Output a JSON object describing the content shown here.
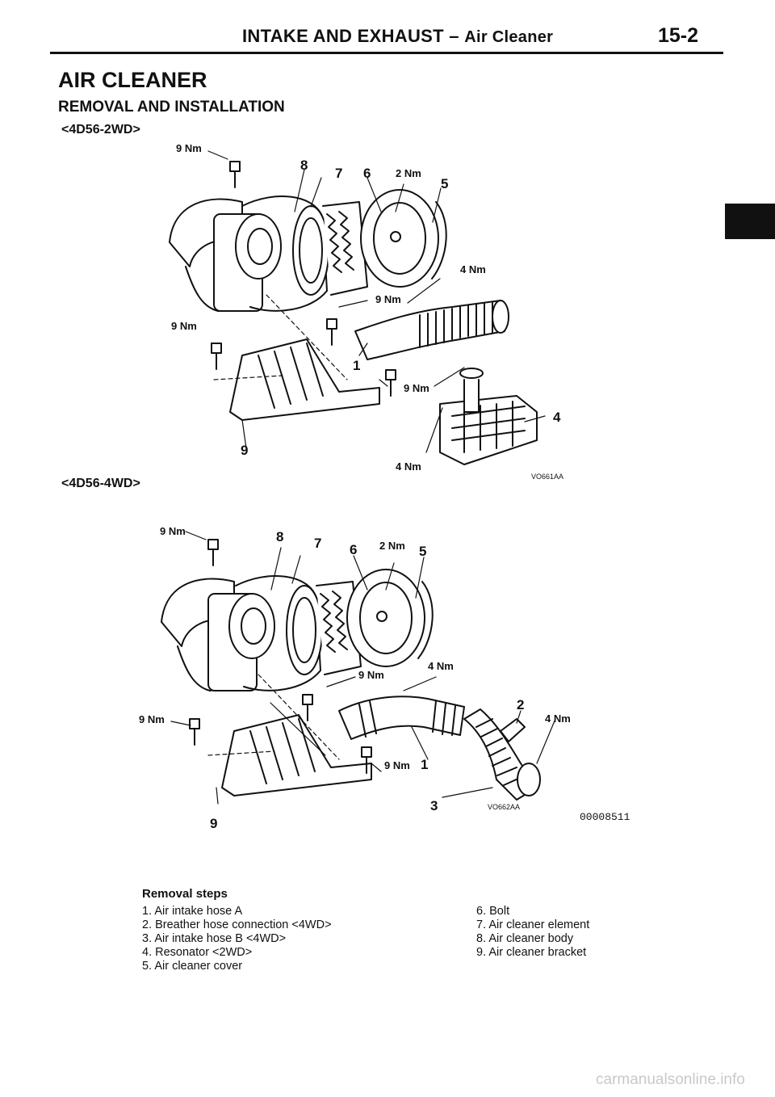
{
  "header": {
    "section": "INTAKE AND EXHAUST – ",
    "subsection": "Air Cleaner",
    "page_number": "15-2"
  },
  "title": "AIR CLEANER",
  "subtitle": "REMOVAL AND INSTALLATION",
  "figures": [
    {
      "variant": "<4D56-2WD>",
      "image_code": "VO661AA",
      "callouts": [
        "9 Nm",
        "8",
        "7",
        "6",
        "2 Nm",
        "5",
        "4 Nm",
        "9 Nm",
        "9 Nm",
        "1",
        "9 Nm",
        "4",
        "9",
        "4 Nm"
      ]
    },
    {
      "variant": "<4D56-4WD>",
      "image_code": "VO662AA",
      "callouts": [
        "9 Nm",
        "8",
        "7",
        "6",
        "2 Nm",
        "5",
        "4 Nm",
        "9 Nm",
        "9 Nm",
        "2",
        "4 Nm",
        "9 Nm",
        "1",
        "3",
        "9"
      ]
    }
  ],
  "document_number": "00008511",
  "removal_steps": {
    "title": "Removal steps",
    "left": [
      "1. Air intake hose A",
      "2. Breather hose connection <4WD>",
      "3. Air intake hose B <4WD>",
      "4. Resonator <2WD>",
      "5. Air cleaner cover"
    ],
    "right": [
      "6. Bolt",
      "7. Air cleaner element",
      "8. Air cleaner body",
      "9. Air cleaner bracket"
    ]
  },
  "footer": "carmanualsonline.info"
}
